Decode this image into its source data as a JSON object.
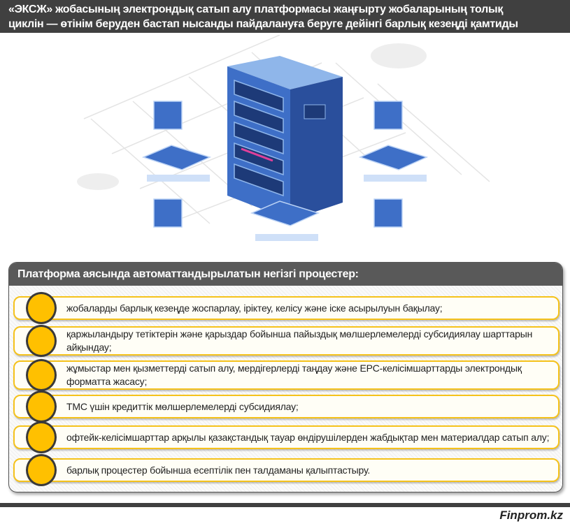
{
  "header": {
    "title_line1": "«ЭКСЖ» жобасының электрондық сатып алу платформасы жаңғырту жобаларының толық",
    "title_line2": "циклін — өтінім беруден бастап нысанды пайдалануға беруге дейінгі барлық кезеңді қамтиды"
  },
  "panel": {
    "title": "Платформа аясында автоматтандырылатын негізгі процестер:",
    "items": [
      {
        "text": "жобаларды барлық кезеңде жоспарлау, іріктеу, келісу және іске асырылуын бақылау;"
      },
      {
        "text": "қаржыландыру тетіктерін және қарыздар бойынша пайыздық мөлшерлемелерді субсидиялау шарттарын айқындау;"
      },
      {
        "text": "жұмыстар мен қызметтерді сатып алу, мердігерлерді таңдау және EPC-келісімшарттарды электрондық форматта жасасу;"
      },
      {
        "text": "ТМС үшін кредиттік мөлшерлемелерді субсидиялау;"
      },
      {
        "text": "офтейк-келісімшарттар арқылы қазақстандық тауар өндірушілерден жабдықтар мен материалдар сатып алу;"
      },
      {
        "text": "барлық процестер бойынша есептілік пен талдаманы қалыптастыру."
      }
    ]
  },
  "footer": {
    "logo": "Finprom.kz"
  },
  "colors": {
    "header": "#404040",
    "accent": "#ffc000",
    "panel_header": "#595959"
  }
}
